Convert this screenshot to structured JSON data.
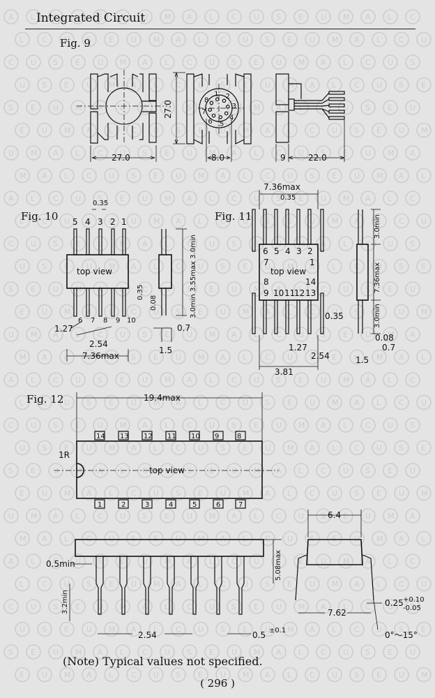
{
  "header": {
    "title": "Integrated Circuit"
  },
  "watermark": {
    "text": "ALCUSEUM"
  },
  "fig9": {
    "label": "Fig. 9",
    "dims": {
      "width": "27.0",
      "height": "27.0",
      "pin_circle": "8.0",
      "body": "9",
      "leads": "22.0"
    },
    "pins": [
      "1",
      "2",
      "3",
      "4",
      "5",
      "6",
      "7",
      "8"
    ]
  },
  "fig10": {
    "label": "Fig. 10",
    "body_text": "top view",
    "top_pins": [
      "5",
      "4",
      "3",
      "2",
      "1"
    ],
    "bottom_pins": [
      "6",
      "7",
      "8",
      "9",
      "10"
    ],
    "dims": {
      "pin_width": "0.35",
      "pitch": "1.27",
      "row_span": "2.54",
      "width": "7.36max",
      "side_035": "0.35",
      "side_008": "0.08",
      "height": "3.0min 3.55max 3.0min",
      "lead": "0.7",
      "thick": "1.5"
    }
  },
  "fig11": {
    "label": "Fig. 11",
    "body_text": "top view",
    "top_pins": [
      "6",
      "5",
      "4",
      "3",
      "2"
    ],
    "left_pins": [
      "7",
      "8"
    ],
    "right_pins": [
      "1",
      "14"
    ],
    "bottom_pins": [
      "9",
      "10",
      "11",
      "12",
      "13"
    ],
    "dims": {
      "width": "7.36max",
      "pin_width": "0.35",
      "pin_width2": "0.35",
      "pitch": "1.27",
      "row_span": "2.54",
      "total": "3.81",
      "top_len": "3.0min",
      "body_h": "7.36max",
      "bot_len": "3.0min",
      "side_008": "0.08",
      "lead": "0.7",
      "thick": "1.5"
    }
  },
  "fig12": {
    "label": "Fig. 12",
    "body_text": "top view",
    "notch": "1R",
    "top_pins": [
      "14",
      "13",
      "12",
      "11",
      "10",
      "9",
      "8"
    ],
    "bottom_pins": [
      "1",
      "2",
      "3",
      "4",
      "5",
      "6",
      "7"
    ],
    "dims": {
      "length": "19.4max",
      "lead_min": "0.5min",
      "lead_len": "3.2min",
      "pitch": "2.54",
      "lead_w": "0.5",
      "lead_w_tol": "±0.1",
      "height": "5.08max",
      "width": "6.4",
      "row": "7.62",
      "thick": "0.25",
      "thick_tol_up": "+0.10",
      "thick_tol_dn": "-0.05",
      "angle": "0°～15°"
    }
  },
  "footer": {
    "note": "(Note) Typical values not specified.",
    "page": "( 296 )"
  }
}
